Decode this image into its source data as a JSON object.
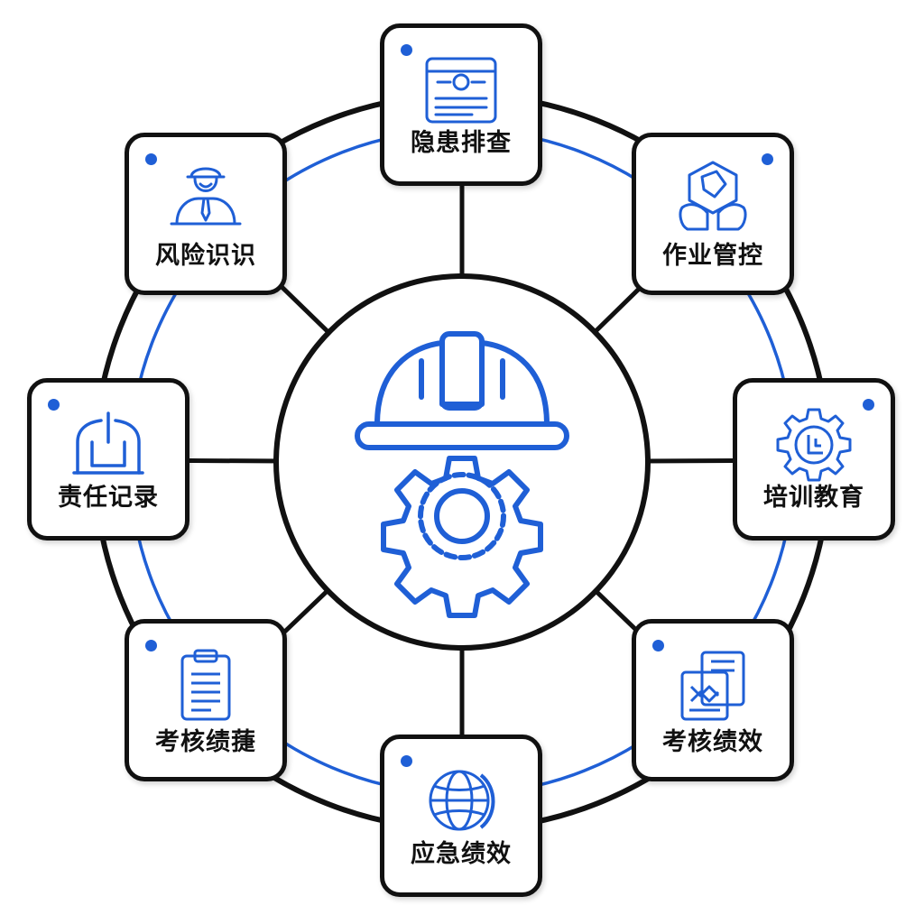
{
  "colors": {
    "accent": "#1f5fd6",
    "outline": "#111111",
    "background": "#ffffff"
  },
  "center": {
    "icon": "safety-helmet-gear-icon"
  },
  "nodes": [
    {
      "id": "top",
      "label": "隐患排查",
      "icon": "id-card-icon"
    },
    {
      "id": "tr",
      "label": "作业管控",
      "icon": "hexagon-hands-icon"
    },
    {
      "id": "right",
      "label": "培训教育",
      "icon": "gear-badge-icon"
    },
    {
      "id": "br",
      "label": "考核绩效",
      "icon": "document-stack-icon"
    },
    {
      "id": "bottom",
      "label": "应急绩效",
      "icon": "globe-icon"
    },
    {
      "id": "bl",
      "label": "考核绩蓵",
      "icon": "clipboard-icon"
    },
    {
      "id": "left",
      "label": "责任记录",
      "icon": "hard-hat-outline-icon"
    },
    {
      "id": "tl",
      "label": "风险识识",
      "icon": "worker-icon"
    }
  ]
}
